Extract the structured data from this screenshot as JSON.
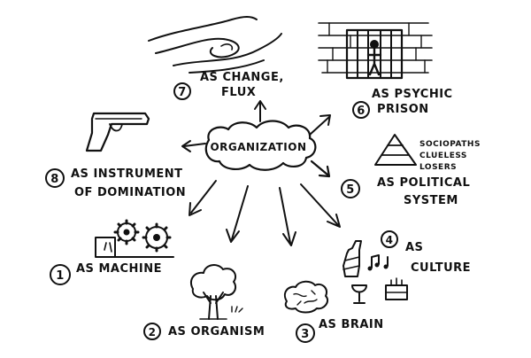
{
  "center": {
    "label": "ORGANIZATION"
  },
  "metaphors": [
    {
      "number": "1",
      "lines": [
        "AS MACHINE"
      ],
      "icon": "gears-icon"
    },
    {
      "number": "2",
      "lines": [
        "AS ORGANISM"
      ],
      "icon": "tree-icon"
    },
    {
      "number": "3",
      "lines": [
        "AS BRAIN"
      ],
      "icon": "brain-icon"
    },
    {
      "number": "4",
      "lines": [
        "AS",
        "CULTURE"
      ],
      "icon": "culture-icon"
    },
    {
      "number": "5",
      "lines": [
        "AS POLITICAL",
        "SYSTEM"
      ],
      "icon": "pyramid-icon",
      "pyramid_labels": [
        "SOCIOPATHS",
        "CLUELESS",
        "LOSERS"
      ]
    },
    {
      "number": "6",
      "lines": [
        "AS PSYCHIC",
        "PRISON"
      ],
      "icon": "prison-icon"
    },
    {
      "number": "7",
      "lines": [
        "AS CHANGE,",
        "FLUX"
      ],
      "icon": "flux-icon"
    },
    {
      "number": "8",
      "lines": [
        "AS INSTRUMENT",
        "OF DOMINATION"
      ],
      "icon": "gun-icon"
    }
  ],
  "colors": {
    "ink": "#111111",
    "background": "#ffffff"
  }
}
